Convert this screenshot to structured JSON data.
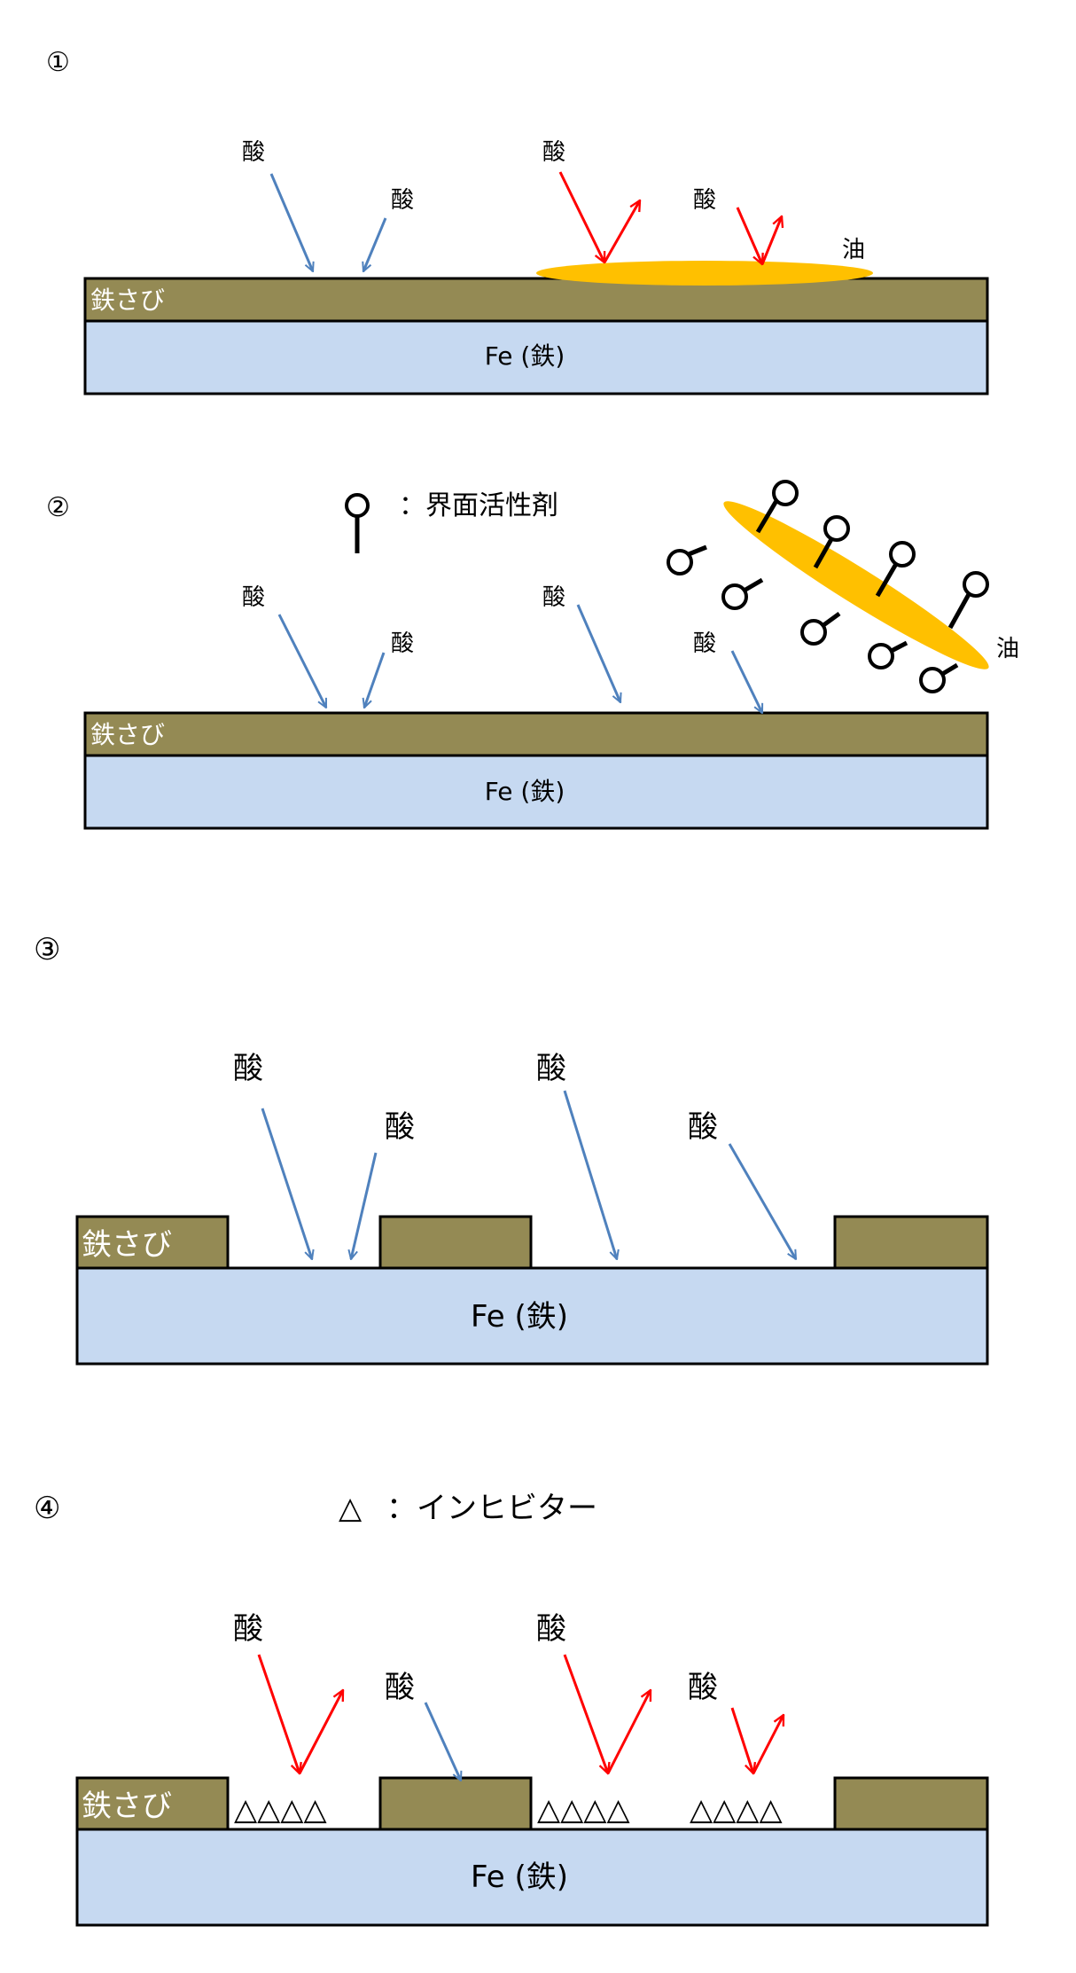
{
  "colors": {
    "rust": "#948A54",
    "iron": "#C6D9F1",
    "oil": "#FFC000",
    "acid_arrow": "#4F81BD",
    "reflected_arrow": "#FF0000",
    "outline": "#000000"
  },
  "panels": [
    {
      "number": "①",
      "iron_label": "Fe (鉄)",
      "rust_label": "鉄さび",
      "acid_labels": [
        "酸",
        "酸",
        "酸",
        "酸"
      ],
      "oil_label": "油"
    },
    {
      "number": "②",
      "iron_label": "Fe (鉄)",
      "rust_label": "鉄さび",
      "acid_labels": [
        "酸",
        "酸",
        "酸",
        "酸"
      ],
      "oil_label": "油",
      "legend": {
        "icon": "surfactant-icon",
        "text": "：界面活性剤"
      }
    },
    {
      "number": "③",
      "iron_label": "Fe (鉄)",
      "rust_label": "鉄さび",
      "acid_labels": [
        "酸",
        "酸",
        "酸",
        "酸"
      ]
    },
    {
      "number": "④",
      "iron_label": "Fe (鉄)",
      "rust_label": "鉄さび",
      "acid_labels": [
        "酸",
        "酸",
        "酸",
        "酸"
      ],
      "legend": {
        "symbol": "△",
        "text": "：インヒビター"
      },
      "inhibitor_groups": [
        "△△△△",
        "△△△△",
        "△△△△"
      ]
    }
  ]
}
